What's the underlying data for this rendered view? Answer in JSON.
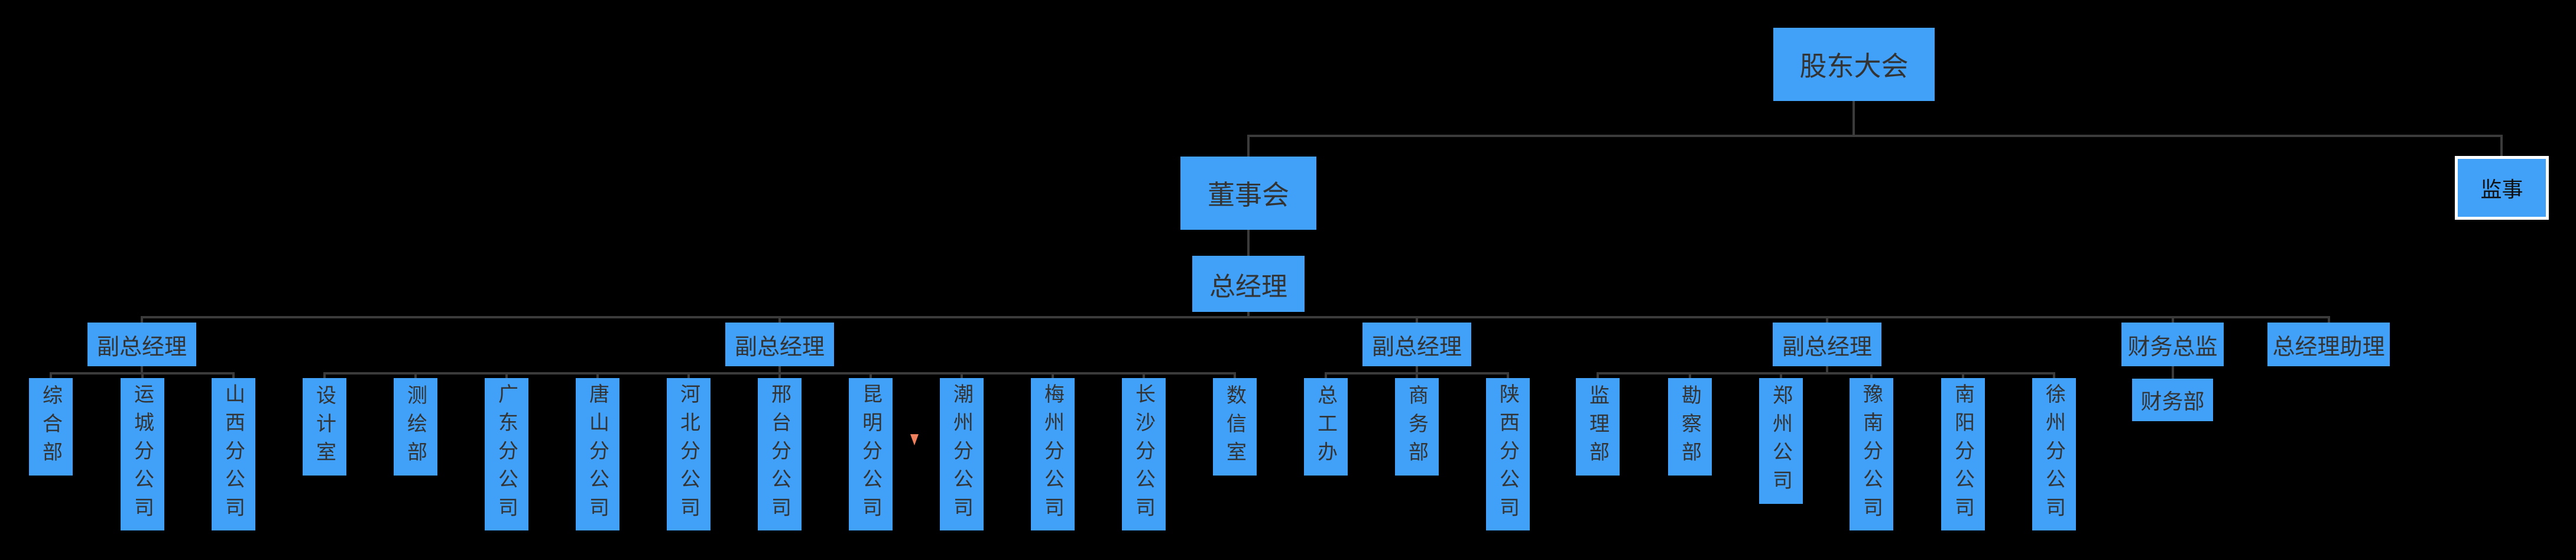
{
  "palette": {
    "background": "#000000",
    "node_fill": "#41a1f8",
    "node_text": "#333333",
    "connector_line": "#3b3b3b",
    "selected_node_border": "#ffffff",
    "drag_marker": "#f0815f"
  },
  "nodes": {
    "shareholders_meeting": {
      "label": "股东大会",
      "parent": null
    },
    "board_of_directors": {
      "label": "董事会",
      "parent": "shareholders_meeting"
    },
    "supervisor": {
      "label": "监事",
      "parent": "shareholders_meeting",
      "selected": true
    },
    "general_manager": {
      "label": "总经理",
      "parent": "board_of_directors"
    },
    "deputy_gm_1": {
      "label": "副总经理",
      "parent": "general_manager"
    },
    "deputy_gm_2": {
      "label": "副总经理",
      "parent": "general_manager"
    },
    "deputy_gm_3": {
      "label": "副总经理",
      "parent": "general_manager"
    },
    "deputy_gm_4": {
      "label": "副总经理",
      "parent": "general_manager"
    },
    "finance_director": {
      "label": "财务总监",
      "parent": "general_manager"
    },
    "gm_assistant": {
      "label": "总经理助理",
      "parent": "general_manager"
    },
    "finance_dept": {
      "label": "财务部",
      "parent": "finance_director"
    },
    "general_office": {
      "label": "综合部",
      "parent": "deputy_gm_1"
    },
    "yuncheng_branch": {
      "label": "运城分公司",
      "parent": "deputy_gm_1"
    },
    "shanxi_branch": {
      "label": "山西分公司",
      "parent": "deputy_gm_1"
    },
    "design_office": {
      "label": "设计室",
      "parent": "deputy_gm_2"
    },
    "cehui_dept": {
      "label": "测绘部",
      "parent": "deputy_gm_2"
    },
    "guangdong_branch": {
      "label": "广东分公司",
      "parent": "deputy_gm_2"
    },
    "tangshan_branch": {
      "label": "唐山分公司",
      "parent": "deputy_gm_2"
    },
    "hebei_branch": {
      "label": "河北分公司",
      "parent": "deputy_gm_2"
    },
    "xingtai_branch": {
      "label": "邢台分公司",
      "parent": "deputy_gm_2"
    },
    "kunming_branch": {
      "label": "昆明分公司",
      "parent": "deputy_gm_2"
    },
    "chaozhou_branch": {
      "label": "潮州分公司",
      "parent": "deputy_gm_2"
    },
    "meizhou_branch": {
      "label": "梅州分公司",
      "parent": "deputy_gm_2"
    },
    "changsha_branch": {
      "label": "长沙分公司",
      "parent": "deputy_gm_2"
    },
    "shuxin_office": {
      "label": "数信室",
      "parent": "deputy_gm_2"
    },
    "zonggong_office": {
      "label": "总工办",
      "parent": "deputy_gm_3"
    },
    "commerce_dept": {
      "label": "商务部",
      "parent": "deputy_gm_3"
    },
    "shaanxi_branch": {
      "label": "陕西分公司",
      "parent": "deputy_gm_3"
    },
    "jianli_dept": {
      "label": "监理部",
      "parent": "deputy_gm_4"
    },
    "kancha_dept": {
      "label": "勘察部",
      "parent": "deputy_gm_4"
    },
    "zhengzhou_company": {
      "label": "郑州公司",
      "parent": "deputy_gm_4"
    },
    "yunan_branch": {
      "label": "豫南分公司",
      "parent": "deputy_gm_4"
    },
    "nanyang_branch": {
      "label": "南阳分公司",
      "parent": "deputy_gm_4"
    },
    "xuzhou_branch": {
      "label": "徐州分公司",
      "parent": "deputy_gm_4"
    }
  }
}
